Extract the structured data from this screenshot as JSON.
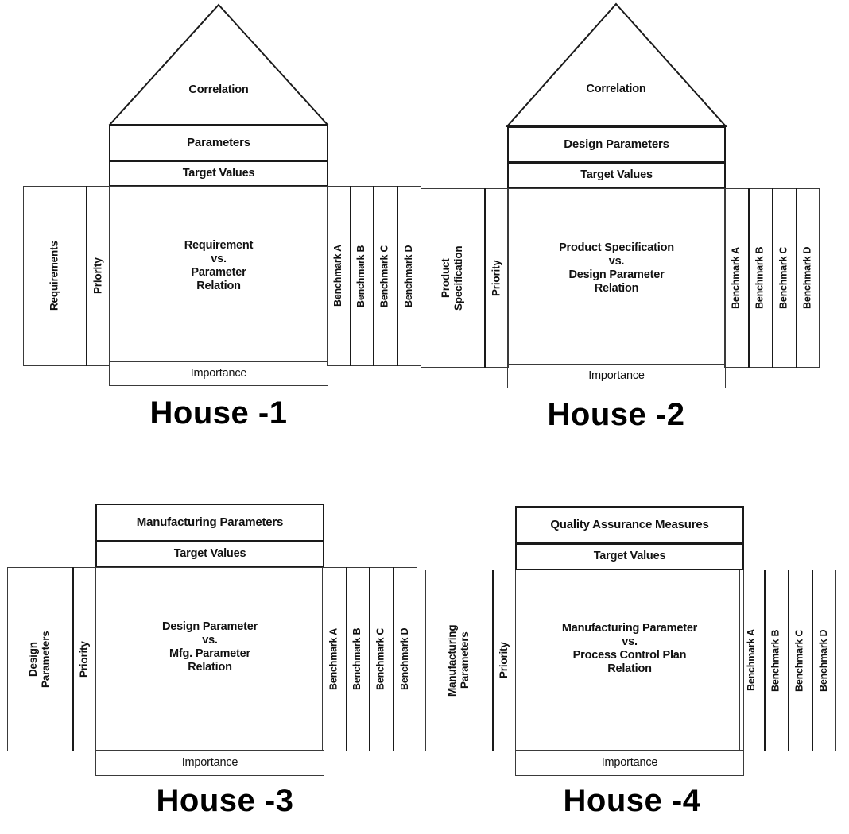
{
  "diagram": {
    "type": "qfd-four-houses",
    "title_suffix_note": "",
    "common": {
      "correlation_label": "Correlation",
      "target_values_label": "Target Values",
      "importance_label": "Importance",
      "priority_label": "Priority",
      "benchmarks": [
        "Benchmark A",
        "Benchmark B",
        "Benchmark C",
        "Benchmark D"
      ]
    },
    "houses": [
      {
        "id": "house-1",
        "title": "House -1",
        "has_roof": true,
        "roof_label": "Correlation",
        "top_header": "Parameters",
        "second_header": "Target Values",
        "left_column": "Requirements",
        "priority_column": "Priority",
        "center_body": "Requirement\nvs.\nParameter\nRelation",
        "bottom_row": "Importance",
        "benchmarks": [
          "Benchmark A",
          "Benchmark B",
          "Benchmark C",
          "Benchmark D"
        ]
      },
      {
        "id": "house-2",
        "title": "House -2",
        "has_roof": true,
        "roof_label": "Correlation",
        "top_header": "Design Parameters",
        "second_header": "Target Values",
        "left_column": "Product\nSpecification",
        "priority_column": "Priority",
        "center_body": "Product Specification\nvs.\nDesign Parameter\nRelation",
        "bottom_row": "Importance",
        "benchmarks": [
          "Benchmark A",
          "Benchmark B",
          "Benchmark C",
          "Benchmark D"
        ]
      },
      {
        "id": "house-3",
        "title": "House -3",
        "has_roof": false,
        "roof_label": "",
        "top_header": "Manufacturing Parameters",
        "second_header": "Target Values",
        "left_column": "Design\nParameters",
        "priority_column": "Priority",
        "center_body": "Design Parameter\nvs.\nMfg. Parameter\nRelation",
        "bottom_row": "Importance",
        "benchmarks": [
          "Benchmark A",
          "Benchmark B",
          "Benchmark C",
          "Benchmark D"
        ]
      },
      {
        "id": "house-4",
        "title": "House -4",
        "has_roof": false,
        "roof_label": "",
        "top_header": "Quality Assurance Measures",
        "second_header": "Target Values",
        "left_column": "Manufacturing\nParameters",
        "priority_column": "Priority",
        "center_body": "Manufacturing Parameter\nvs.\nProcess Control Plan\nRelation",
        "bottom_row": "Importance",
        "benchmarks": [
          "Benchmark A",
          "Benchmark B",
          "Benchmark C",
          "Benchmark D"
        ]
      }
    ],
    "colors": {
      "stroke": "#1a1a1a",
      "stroke_light": "#3a3a3a",
      "text": "#111111",
      "background": "#ffffff"
    }
  }
}
